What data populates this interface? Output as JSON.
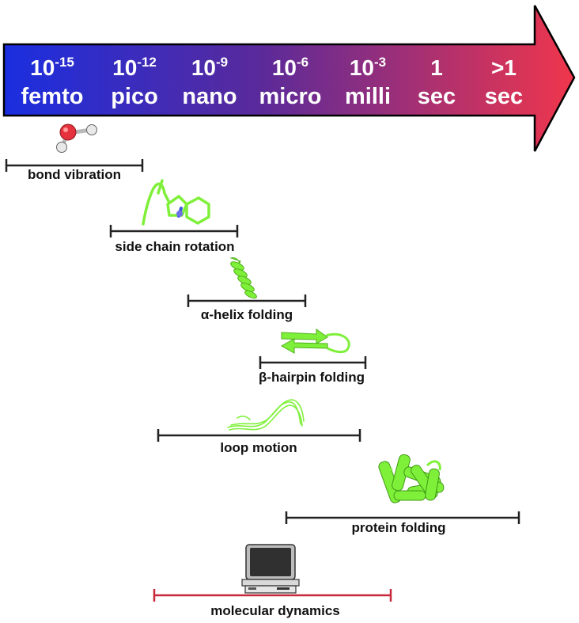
{
  "timescale": {
    "ticks": [
      {
        "base": "10",
        "exp": "-15",
        "name": "femto"
      },
      {
        "base": "10",
        "exp": "-12",
        "name": "pico"
      },
      {
        "base": "10",
        "exp": "-9",
        "name": "nano"
      },
      {
        "base": "10",
        "exp": "-6",
        "name": "micro"
      },
      {
        "base": "10",
        "exp": "-3",
        "name": "milli"
      },
      {
        "base": "1",
        "exp": "",
        "name": "sec"
      },
      {
        "base": ">1",
        "exp": "",
        "name": "sec"
      }
    ],
    "gradient_start": "#1a2ee0",
    "gradient_end": "#f0364c"
  },
  "processes": {
    "bond_vibration": "bond vibration",
    "side_chain_rotation": "side chain rotation",
    "alpha_helix_folding": "α-helix folding",
    "beta_hairpin_folding": "β-hairpin folding",
    "loop_motion": "loop motion",
    "protein_folding": "protein folding",
    "molecular_dynamics": "molecular dynamics"
  },
  "colors": {
    "range_bar": "#222222",
    "md_bar": "#c8283a",
    "protein_green": "#7ff03a",
    "oxygen_red": "#e6323c",
    "nitrogen_blue": "#6f6fe8"
  }
}
